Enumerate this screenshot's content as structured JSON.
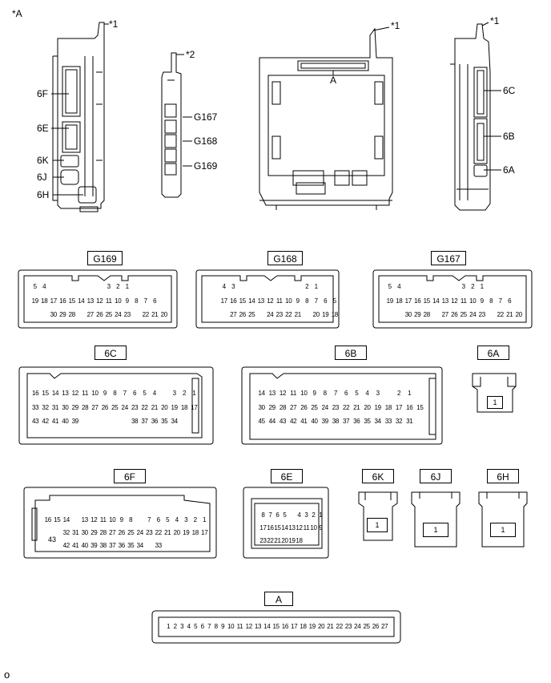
{
  "title_mark": "*A",
  "footer_mark": "o",
  "overview": {
    "mark1": "*1",
    "mark2": "*2",
    "left_labels": [
      "6F",
      "6E",
      "6K",
      "6J",
      "6H"
    ],
    "ecu_label": "A",
    "g_labels": [
      "G167",
      "G168",
      "G169"
    ],
    "right_labels": [
      "6C",
      "6B",
      "6A"
    ]
  },
  "connectors": {
    "G169": {
      "name": "G169",
      "rows": [
        [
          "5",
          "4",
          "",
          "",
          "",
          "",
          "",
          "",
          "3",
          "2",
          "1"
        ],
        [
          "19",
          "18",
          "17",
          "16",
          "15",
          "14",
          "13",
          "12",
          "11",
          "10",
          "9",
          "8",
          "7",
          "6"
        ],
        [
          "30",
          "29",
          "28",
          "",
          "27",
          "26",
          "25",
          "24",
          "23",
          "",
          "22",
          "21",
          "20"
        ]
      ]
    },
    "G168": {
      "name": "G168",
      "rows": [
        [
          "4",
          "3",
          "",
          "",
          "",
          "",
          "",
          "",
          "",
          "2",
          "1"
        ],
        [
          "17",
          "16",
          "15",
          "14",
          "13",
          "12",
          "11",
          "10",
          "9",
          "8",
          "7",
          "6",
          "5"
        ],
        [
          "27",
          "26",
          "25",
          "",
          "24",
          "23",
          "22",
          "21",
          "",
          "20",
          "19",
          "18"
        ]
      ]
    },
    "G167": {
      "name": "G167",
      "rows": [
        [
          "5",
          "4",
          "",
          "",
          "",
          "",
          "",
          "",
          "3",
          "2",
          "1"
        ],
        [
          "19",
          "18",
          "17",
          "16",
          "15",
          "14",
          "13",
          "12",
          "11",
          "10",
          "9",
          "8",
          "7",
          "6"
        ],
        [
          "30",
          "29",
          "28",
          "",
          "27",
          "26",
          "25",
          "24",
          "23",
          "",
          "22",
          "21",
          "20"
        ]
      ]
    },
    "6C": {
      "name": "6C",
      "rows": [
        [
          "16",
          "15",
          "14",
          "13",
          "12",
          "11",
          "10",
          "9",
          "8",
          "7",
          "6",
          "5",
          "4",
          "",
          "3",
          "2",
          "1"
        ],
        [
          "33",
          "32",
          "31",
          "30",
          "29",
          "28",
          "27",
          "26",
          "25",
          "24",
          "23",
          "22",
          "21",
          "20",
          "19",
          "18",
          "17"
        ],
        [
          "43",
          "42",
          "41",
          "40",
          "39",
          "",
          "",
          "",
          "",
          "",
          "38",
          "37",
          "36",
          "35",
          "34"
        ]
      ]
    },
    "6B": {
      "name": "6B",
      "rows": [
        [
          "14",
          "13",
          "12",
          "11",
          "10",
          "9",
          "8",
          "7",
          "6",
          "5",
          "4",
          "3",
          "",
          "2",
          "1"
        ],
        [
          "30",
          "29",
          "28",
          "27",
          "26",
          "25",
          "24",
          "23",
          "22",
          "21",
          "20",
          "19",
          "18",
          "17",
          "16",
          "15"
        ],
        [
          "45",
          "44",
          "43",
          "42",
          "41",
          "40",
          "39",
          "38",
          "37",
          "36",
          "35",
          "34",
          "33",
          "32",
          "31"
        ]
      ]
    },
    "6A": {
      "name": "6A",
      "pin": "1"
    },
    "6F": {
      "name": "6F",
      "rows": [
        [
          "16",
          "15",
          "14",
          "",
          "13",
          "12",
          "11",
          "10",
          "9",
          "8",
          "",
          "7",
          "6",
          "5",
          "4",
          "3",
          "2",
          "1"
        ],
        [
          "32",
          "31",
          "30",
          "29",
          "28",
          "27",
          "26",
          "25",
          "24",
          "23",
          "22",
          "21",
          "20",
          "19",
          "18",
          "17"
        ],
        [
          "42",
          "41",
          "40",
          "39",
          "38",
          "37",
          "36",
          "35",
          "34",
          "",
          "33"
        ]
      ],
      "big_pin": "43"
    },
    "6E": {
      "name": "6E",
      "rows": [
        [
          "8",
          "7",
          "6",
          "5",
          "",
          "4",
          "3",
          "2",
          "1"
        ],
        [
          "17",
          "16",
          "15",
          "14",
          "13",
          "12",
          "11",
          "10",
          "9"
        ],
        [
          "23",
          "22",
          "21",
          "20",
          "19",
          "18"
        ]
      ]
    },
    "6K": {
      "name": "6K",
      "pin": "1"
    },
    "6J": {
      "name": "6J",
      "pin": "1"
    },
    "6H": {
      "name": "6H",
      "pin": "1"
    },
    "A": {
      "name": "A",
      "pins": [
        "1",
        "2",
        "3",
        "4",
        "5",
        "6",
        "7",
        "8",
        "9",
        "10",
        "11",
        "12",
        "13",
        "14",
        "15",
        "16",
        "17",
        "18",
        "19",
        "20",
        "21",
        "22",
        "23",
        "24",
        "25",
        "26",
        "27"
      ]
    }
  }
}
